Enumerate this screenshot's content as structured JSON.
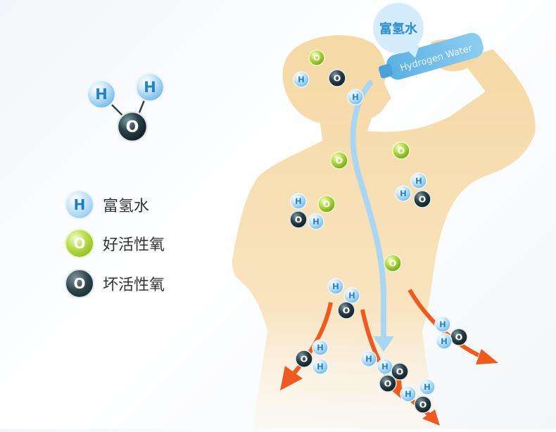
{
  "bubble_text": "富氢水",
  "bottle_text": "Hydrogen Water",
  "atoms": {
    "h": "H",
    "o": "O"
  },
  "legend": [
    {
      "symbol": "H",
      "kind": "hydrogen",
      "label": "富氢水"
    },
    {
      "symbol": "O",
      "kind": "good-oxygen",
      "label": "好活性氧"
    },
    {
      "symbol": "O",
      "kind": "bad-oxygen",
      "label": "坏活性氧"
    }
  ],
  "colors": {
    "hydrogen": "#7cc0ea",
    "good_oxygen": "#a4cf2f",
    "bad_oxygen": "#22363c",
    "body": "#f6ddb0",
    "flow": "#a9d6f2",
    "arrow": "#ee5a1f"
  }
}
